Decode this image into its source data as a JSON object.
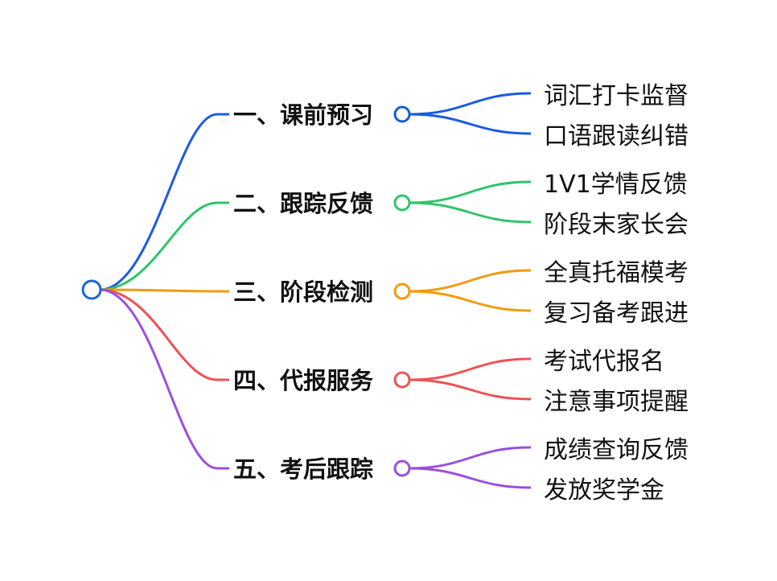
{
  "mindmap": {
    "root_color": "#1a66e0",
    "branches": [
      {
        "label": "一、课前预习",
        "color": "#1a5ae6",
        "children": [
          "词汇打卡监督",
          "口语跟读纠错"
        ]
      },
      {
        "label": "二、跟踪反馈",
        "color": "#2fc46a",
        "children": [
          "1V1学情反馈",
          "阶段末家长会"
        ]
      },
      {
        "label": "三、阶段检测",
        "color": "#f59a0c",
        "children": [
          "全真托福模考",
          "复习备考跟进"
        ]
      },
      {
        "label": "四、代报服务",
        "color": "#ee5253",
        "children": [
          "考试代报名",
          "注意事项提醒"
        ]
      },
      {
        "label": "五、考后跟踪",
        "color": "#9b4fe0",
        "children": [
          "成绩查询反馈",
          "发放奖学金"
        ]
      }
    ]
  }
}
